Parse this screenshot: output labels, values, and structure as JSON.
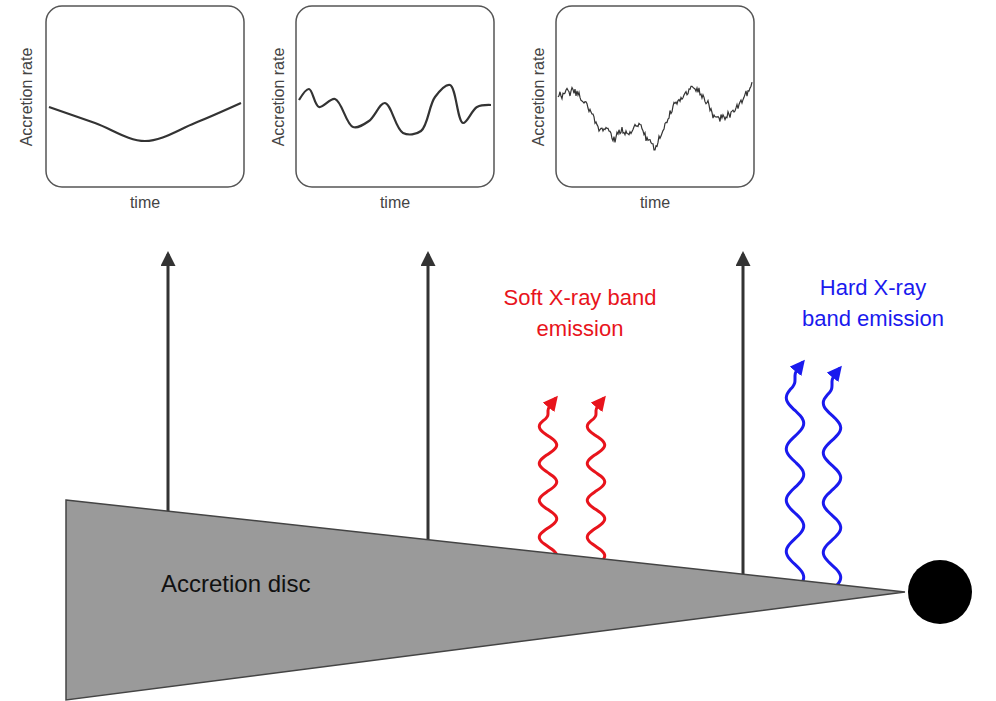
{
  "diagram": {
    "nodes": [
      {
        "text": [
          "Accretion rate",
          "time"
        ]
      },
      {
        "text": [
          "Accretion rate",
          "time"
        ]
      },
      {
        "text": [
          "Accretion rate",
          "time"
        ]
      },
      {
        "text": [
          "Accretion disc"
        ]
      }
    ],
    "edges": [
      {
        "from": 3,
        "to": 0,
        "arrow": "to"
      },
      {
        "from": 3,
        "to": 1,
        "arrow": "to"
      },
      {
        "from": 3,
        "to": 2,
        "arrow": "to"
      }
    ],
    "labels": [
      "Soft X-ray band emission",
      "Hard X-ray band emission"
    ]
  }
}
